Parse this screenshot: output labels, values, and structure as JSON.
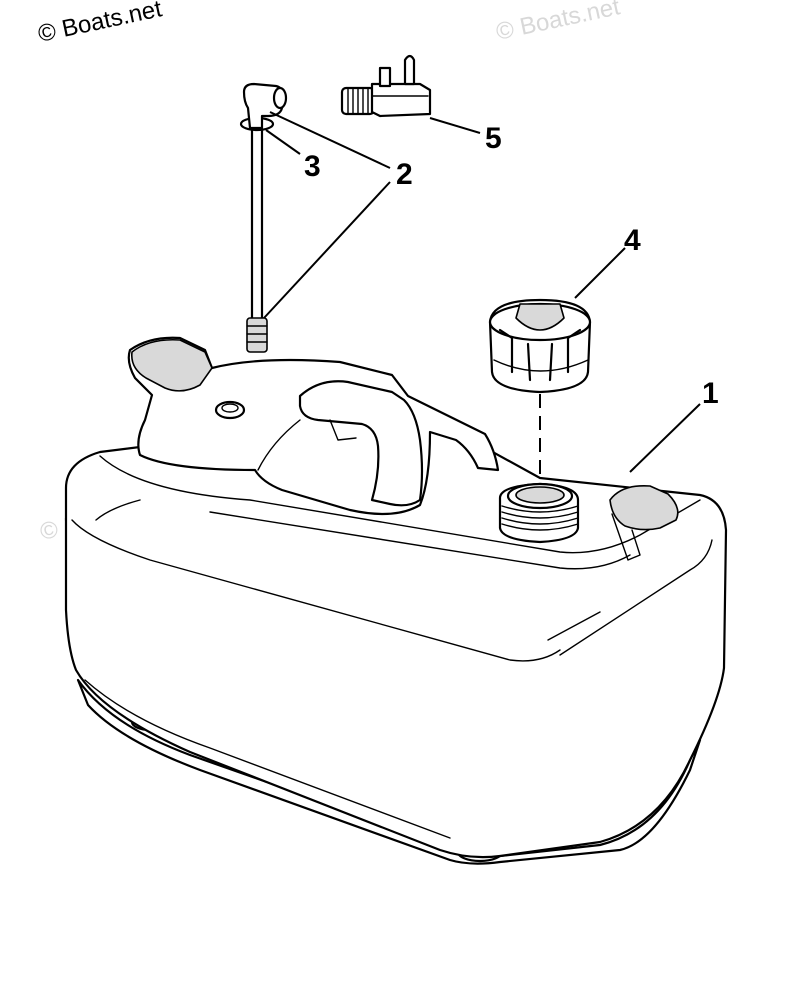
{
  "watermark": {
    "text": "© Boats.net"
  },
  "callouts": [
    {
      "id": "1",
      "label": "1"
    },
    {
      "id": "2",
      "label": "2"
    },
    {
      "id": "3",
      "label": "3"
    },
    {
      "id": "4",
      "label": "4"
    },
    {
      "id": "5",
      "label": "5"
    }
  ],
  "colors": {
    "ink": "#000000",
    "background": "#ffffff",
    "watermark_faint": "#d8d8d8"
  }
}
